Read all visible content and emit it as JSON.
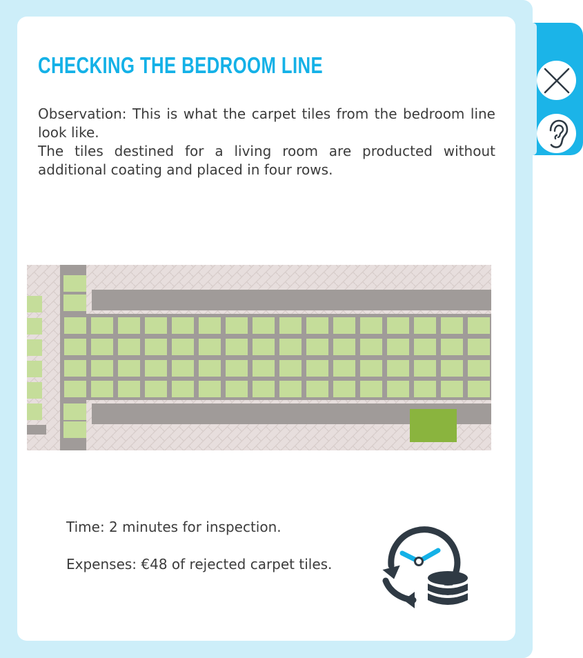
{
  "dialog": {
    "title": "CHECKING THE BEDROOM LINE",
    "paragraphs": [
      "Observation: This is what the carpet tiles from the bedroom line look like.",
      "The tiles destined for a living room are producted without additional coating and placed in four rows."
    ],
    "time_text": "Time:  2 minutes for inspection.",
    "expenses_text": "Expenses: €48 of rejected carpet tiles."
  },
  "side_panel": {
    "buttons": [
      {
        "name": "close-button",
        "icon": "close-icon"
      },
      {
        "name": "listen-button",
        "icon": "ear-icon"
      }
    ]
  },
  "illustration": {
    "icons": [
      "conveyor-line-illustration",
      "clock-coins-icon"
    ],
    "tile_rows": 4,
    "colors": {
      "accent": "#14b1e7",
      "frame": "#cdeef9",
      "tile": "#c5dd9a",
      "rejected_tile": "#8ab43e",
      "belt": "#a09b99",
      "floor": "#e7dedd",
      "icon_dark": "#2f3a44",
      "clock_hands": "#14b1e7"
    }
  }
}
